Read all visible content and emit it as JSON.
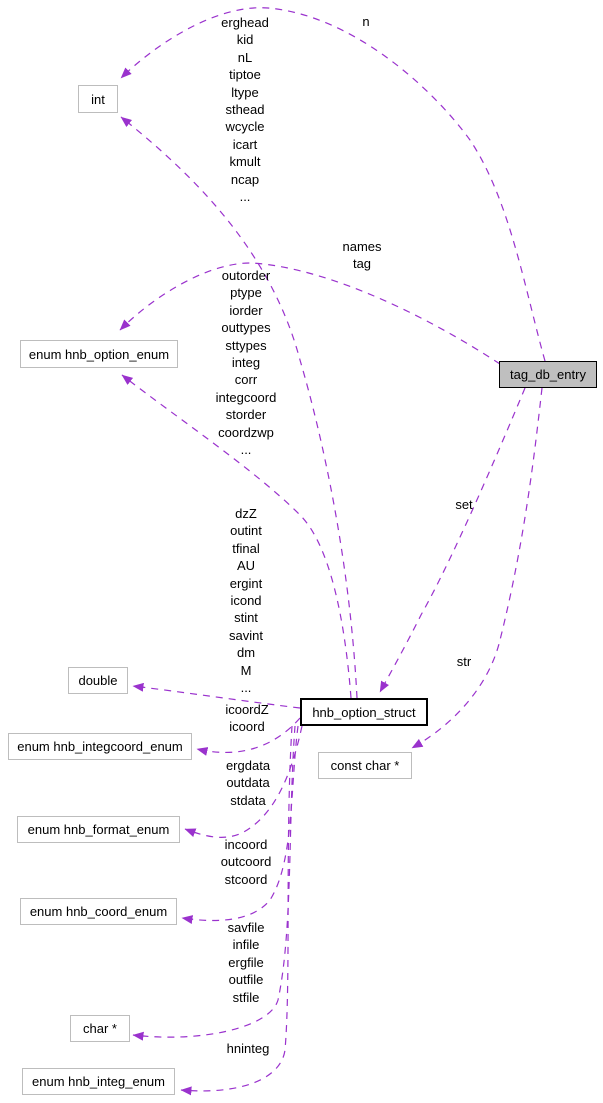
{
  "diagram": {
    "title": "tag_db_entry collaboration graph",
    "colors": {
      "edge": "#9a32cd",
      "node_fill": "#ffffff",
      "main_node_fill": "#bfbfbf",
      "node_border": "#bdbdbd",
      "struct_border": "#000000",
      "text": "#000000"
    },
    "nodes": {
      "int": {
        "label": "int"
      },
      "hnb_option_enum": {
        "label": "enum hnb_option_enum"
      },
      "tag_db_entry": {
        "label": "tag_db_entry"
      },
      "hnb_option_struct": {
        "label": "hnb_option_struct"
      },
      "double": {
        "label": "double"
      },
      "hnb_integcoord_enum": {
        "label": "enum hnb_integcoord_enum"
      },
      "hnb_format_enum": {
        "label": "enum hnb_format_enum"
      },
      "hnb_coord_enum": {
        "label": "enum hnb_coord_enum"
      },
      "char_ptr": {
        "label": "char *"
      },
      "hnb_integ_enum": {
        "label": "enum hnb_integ_enum"
      },
      "const_char_ptr": {
        "label": "const char *"
      }
    },
    "edge_labels": {
      "n": "n",
      "names_tag": "names\ntag",
      "set": "set",
      "str": "str",
      "int_members": "erghead\nkid\nnL\ntiptoe\nltype\nsthead\nwcycle\nicart\nkmult\nncap\n...",
      "option_enum_members": "outorder\nptype\niorder\nouttypes\nsttypes\ninteg\ncorr\nintegcoord\nstorder\ncoordzwp\n...",
      "double_members": "dzZ\noutint\ntfinal\nAU\nergint\nicond\nstint\nsavint\ndm\nM\n...",
      "integcoord_members": "icoordZ\nicoord",
      "format_members": "ergdata\noutdata\nstdata",
      "coord_members": "incoord\noutcoord\nstcoord",
      "char_ptr_members": "savfile\ninfile\nergfile\noutfile\nstfile",
      "integ_members": "hninteg"
    }
  }
}
